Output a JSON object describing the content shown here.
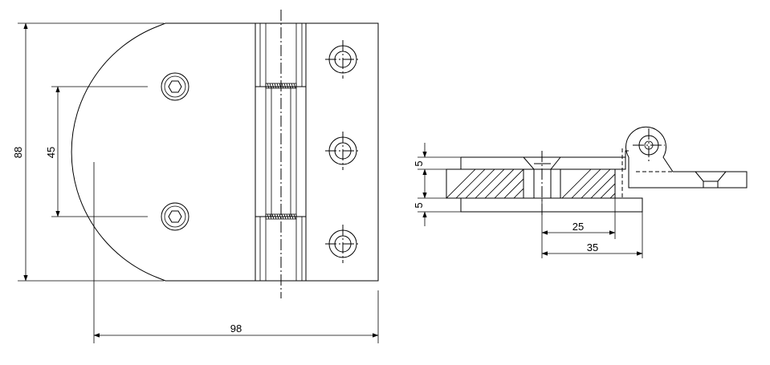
{
  "front_view": {
    "dim_height": "88",
    "dim_hole_spacing": "45",
    "dim_width": "98"
  },
  "side_view": {
    "dim_top_thickness": "5",
    "dim_bottom_thickness": "5",
    "dim_offset_short": "25",
    "dim_offset_long": "35"
  },
  "colors": {
    "line": "#000000",
    "background": "#ffffff"
  }
}
